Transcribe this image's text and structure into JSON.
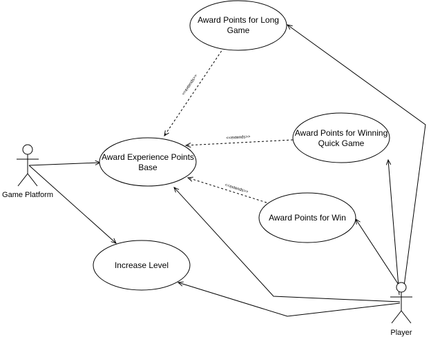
{
  "actors": {
    "game_platform": "Game Platform",
    "player": "Player"
  },
  "use_cases": {
    "long_game": [
      "Award Points for Long",
      "Game"
    ],
    "quick_game": [
      "Award Points for Winning",
      "Quick Game"
    ],
    "base": [
      "Award Experience Points",
      "Base"
    ],
    "win": "Award Points for Win",
    "increase_level": "Increase Level"
  },
  "relations": {
    "extends_label": "<<extends>>"
  }
}
